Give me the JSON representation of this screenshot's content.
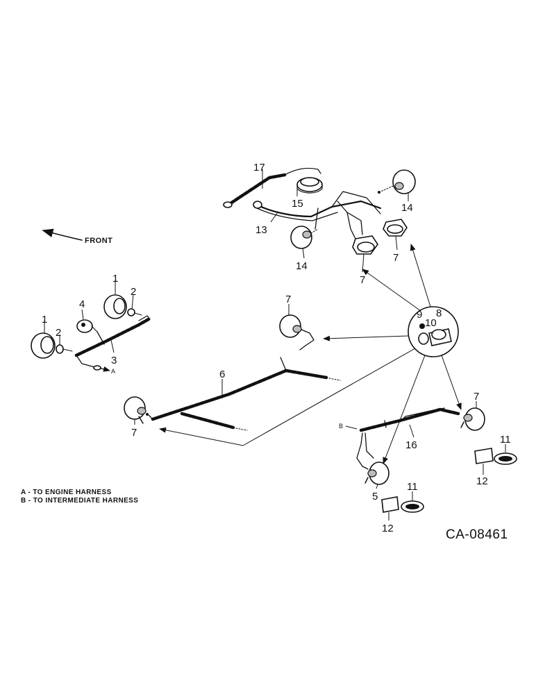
{
  "diagram": {
    "orientation_label": "FRONT",
    "reference_code": "CA-08461",
    "notes": {
      "a": "A - TO ENGINE HARNESS",
      "b": "B - TO INTERMEDIATE HARNESS"
    },
    "connector_labels": {
      "a": "A",
      "b": "B"
    },
    "callouts": {
      "c1a": "1",
      "c1b": "1",
      "c2a": "2",
      "c2b": "2",
      "c3": "3",
      "c4": "4",
      "c5": "5",
      "c6": "6",
      "c7a": "7",
      "c7b": "7",
      "c7c": "7",
      "c7d": "7",
      "c7e": "7",
      "c8": "8",
      "c9": "9",
      "c10": "10",
      "c11a": "11",
      "c11b": "11",
      "c12a": "12",
      "c12b": "12",
      "c13": "13",
      "c14a": "14",
      "c14b": "14",
      "c15": "15",
      "c16": "16",
      "c17": "17"
    }
  }
}
